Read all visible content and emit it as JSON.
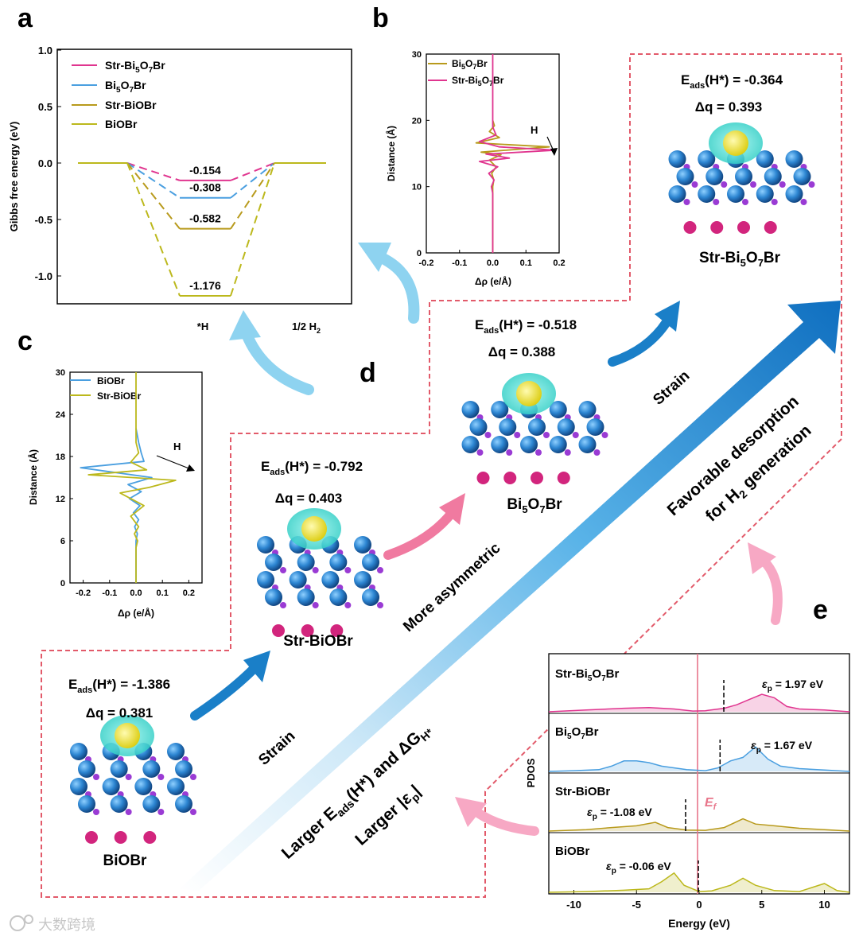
{
  "panels": {
    "a": "a",
    "b": "b",
    "c": "c",
    "d": "d",
    "e": "e"
  },
  "colors": {
    "pink": "#e0358f",
    "blue": "#4a9fe0",
    "darkgold": "#b89a1c",
    "olive": "#bcb81c",
    "dash": "#e25a6a",
    "arrow_blue": "#1a7fc8",
    "arrow_pink": "#f07aa0",
    "arrow_light": "#8ed3f0",
    "bi": "#2e7fc8",
    "yellow": "#f4ec3c",
    "cyan": "#40d7d0",
    "purple": "#9a3bd4",
    "magenta": "#d2257d",
    "grey": "#9a9a9a"
  },
  "chart_data": [
    {
      "type": "line",
      "panel": "a",
      "ylabel": "Gibbs free energy (eV)",
      "ylim": [
        -1.3,
        1.0
      ],
      "yticks": [
        "1.0",
        "0.5",
        "0.0",
        "-0.5",
        "-1.0"
      ],
      "ytick_values": [
        1.0,
        0.5,
        0.0,
        -0.5,
        -1.0
      ],
      "categories": [
        "",
        "*H",
        "1/2 H2"
      ],
      "series": [
        {
          "name": "Str-Bi5O7Br",
          "values": [
            0,
            -0.154,
            0
          ],
          "label": "-0.154",
          "color": "#e0358f"
        },
        {
          "name": "Bi5O7Br",
          "values": [
            0,
            -0.308,
            0
          ],
          "label": "-0.308",
          "color": "#4a9fe0"
        },
        {
          "name": "Str-BiOBr",
          "values": [
            0,
            -0.582,
            0
          ],
          "label": "-0.582",
          "color": "#b89a1c"
        },
        {
          "name": "BiOBr",
          "values": [
            0,
            -1.176,
            0
          ],
          "label": "-1.176",
          "color": "#bcb81c"
        }
      ]
    },
    {
      "type": "line",
      "panel": "b",
      "xlabel": "Δρ (e/Å)",
      "ylabel": "Distance (Å)",
      "xlim": [
        -0.2,
        0.2
      ],
      "ylim": [
        0,
        30
      ],
      "xticks": [
        "-0.2",
        "-0.1",
        "0.0",
        "0.1",
        "0.2"
      ],
      "yticks": [
        "0",
        "10",
        "20",
        "30"
      ],
      "annotation": "H",
      "series": [
        {
          "name": "Bi5O7Br",
          "color": "#b89a1c",
          "x": [
            0,
            0,
            0.003,
            -0.003,
            0.01,
            -0.01,
            0.025,
            -0.035,
            0.17,
            -0.05,
            0.02,
            -0.01,
            0.005,
            0
          ],
          "y": [
            0,
            10,
            11,
            12,
            13,
            14,
            14.8,
            15.2,
            16.0,
            16.6,
            17.4,
            18.3,
            19.2,
            20
          ]
        },
        {
          "name": "Str-Bi5O7Br",
          "color": "#e0358f",
          "x": [
            0,
            0,
            -0.004,
            0.004,
            -0.012,
            0.015,
            -0.04,
            0.05,
            -0.02,
            0.19,
            0.02,
            -0.04,
            0.01,
            0,
            0
          ],
          "y": [
            0,
            9,
            10,
            11,
            12,
            13,
            13.8,
            14.3,
            14.9,
            15.5,
            16.0,
            16.8,
            17.8,
            19,
            30
          ]
        }
      ]
    },
    {
      "type": "line",
      "panel": "c",
      "xlabel": "Δρ (e/Å)",
      "ylabel": "Distance (Å)",
      "xlim": [
        -0.25,
        0.25
      ],
      "ylim": [
        0,
        30
      ],
      "xticks": [
        "-0.2",
        "-0.1",
        "0.0",
        "0.1",
        "0.2"
      ],
      "yticks": [
        "0",
        "6",
        "12",
        "18",
        "24",
        "30"
      ],
      "annotation": "H",
      "series": [
        {
          "name": "BiOBr",
          "color": "#4a9fe0",
          "x": [
            0,
            0,
            0.005,
            -0.005,
            0.01,
            -0.01,
            0.015,
            -0.025,
            0.02,
            -0.03,
            0.06,
            -0.21,
            0.03,
            0.02,
            0.01,
            0
          ],
          "y": [
            0,
            6,
            7,
            8,
            9,
            10,
            11,
            12,
            13,
            14,
            15,
            16.4,
            17.3,
            18.5,
            20,
            22
          ]
        },
        {
          "name": "Str-BiOBr",
          "color": "#bcb81c",
          "x": [
            0,
            0,
            0.006,
            -0.006,
            0.01,
            -0.02,
            0.03,
            -0.06,
            0.05,
            0.15,
            -0.18,
            0.04,
            -0.02,
            0.01,
            0,
            0
          ],
          "y": [
            0,
            5,
            6,
            7,
            8,
            9.5,
            11,
            12.8,
            13.6,
            14.6,
            15.4,
            16.1,
            17.2,
            18.5,
            20,
            30
          ]
        }
      ]
    },
    {
      "type": "area",
      "panel": "e",
      "xlabel": "Energy (eV)",
      "ylabel": "PDOS",
      "xlim": [
        -12,
        12
      ],
      "xticks": [
        "-10",
        "-5",
        "0",
        "5",
        "10"
      ],
      "fermi_label": "Ef",
      "series": [
        {
          "name": "Str-Bi5O7Br",
          "epsilon_label": "εp = 1.97 eV",
          "epsilon": 1.97,
          "color": "#e0358f"
        },
        {
          "name": "Bi5O7Br",
          "epsilon_label": "εp = 1.67 eV",
          "epsilon": 1.67,
          "color": "#4a9fe0"
        },
        {
          "name": "Str-BiOBr",
          "epsilon_label": "εp = -1.08 eV",
          "epsilon": -1.08,
          "color": "#b89a1c"
        },
        {
          "name": "BiOBr",
          "epsilon_label": "εp = -0.06 eV",
          "epsilon": -0.06,
          "color": "#bcb81c"
        }
      ]
    }
  ],
  "structures": [
    {
      "name": "BiOBr",
      "eads": "-1.386",
      "dq": "0.381"
    },
    {
      "name": "Str-BiOBr",
      "eads": "-0.792",
      "dq": "0.403"
    },
    {
      "name": "Bi5O7Br",
      "eads": "-0.518",
      "dq": "0.388"
    },
    {
      "name": "Str-Bi5O7Br",
      "eads": "-0.364",
      "dq": "0.393"
    }
  ],
  "labels": {
    "strain1": "Strain",
    "strain2": "Strain",
    "asym": "More asymmetric",
    "favorable1": "Favorable desorption",
    "favorable2": "for H",
    "favorable2_sub": "2",
    "favorable2_tail": " generation",
    "larger_eads_a": "Larger E",
    "larger_eads_sub": "ads",
    "larger_eads_b": "(H*) and ΔG",
    "larger_eads_sub2": "H*",
    "larger_eps_a": "Larger |",
    "larger_eps_b": "p",
    "larger_eps_c": "|"
  },
  "watermark": "大数跨境"
}
